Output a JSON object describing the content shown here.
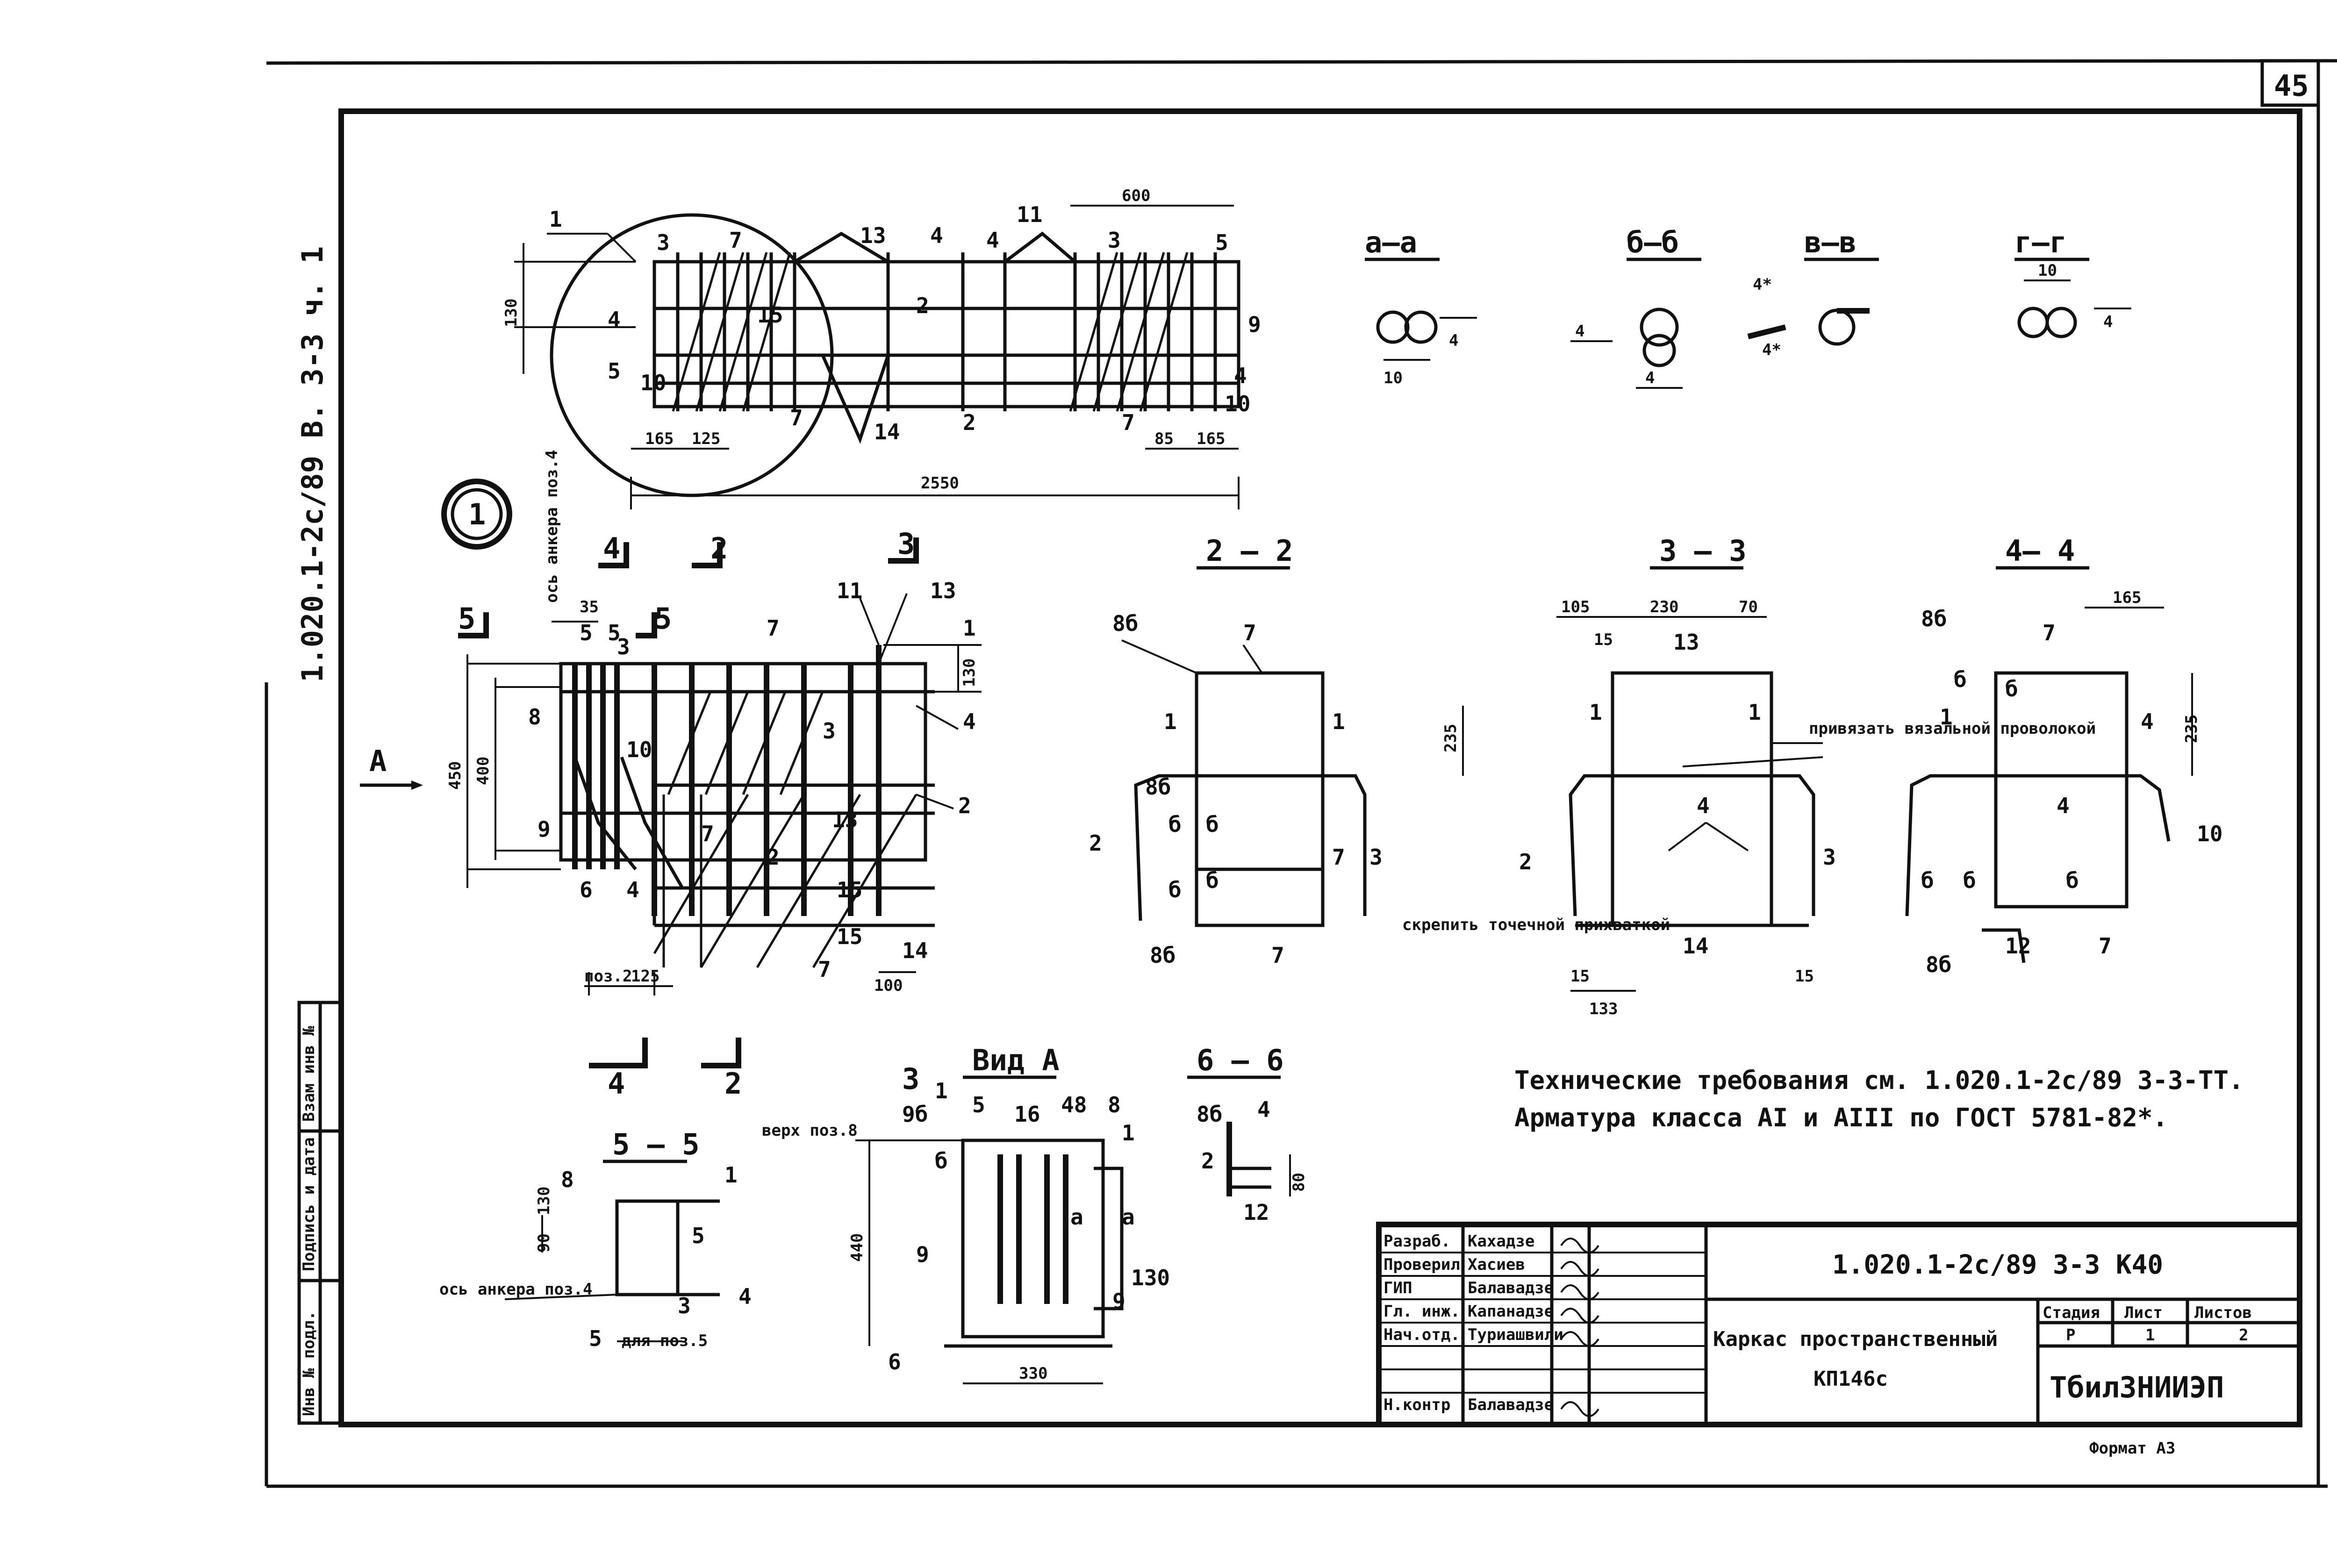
{
  "sheet": {
    "page_number": "45",
    "side_stamp": "1.020.1-2с/89 В. 3-3 ч. 1",
    "detail_marker": "1",
    "format": "Формат А3"
  },
  "side_block": {
    "labels": [
      "Инв № подл.",
      "Подпись и дата",
      "Взам инв №"
    ]
  },
  "views": {
    "top_labels": [
      "1",
      "3",
      "7",
      "13",
      "4",
      "4",
      "11",
      "3",
      "5",
      "9",
      "4",
      "10",
      "4",
      "5",
      "10",
      "15",
      "2",
      "7",
      "14",
      "2",
      "7"
    ],
    "top_dims": [
      "600",
      "130",
      "165",
      "125",
      "2550",
      "85",
      "165"
    ],
    "main_labels": [
      "5",
      "5",
      "3",
      "8",
      "9",
      "6",
      "7",
      "11",
      "13",
      "10",
      "4",
      "3",
      "2",
      "7",
      "13",
      "15",
      "14",
      "15",
      "7",
      "4",
      "1",
      "2"
    ],
    "main_dims": [
      "35",
      "130",
      "450",
      "400",
      "поз.2",
      "125",
      "100"
    ],
    "main_section_marks": [
      "4",
      "2",
      "3",
      "5",
      "5",
      "4",
      "2"
    ],
    "anchor_axis": "ось анкера поз.4",
    "view_arrow": "A"
  },
  "sections": {
    "aa": {
      "title": "а–а",
      "dims": [
        "10",
        "4"
      ]
    },
    "bb": {
      "title": "б–б",
      "dims": [
        "4",
        "4"
      ]
    },
    "vv": {
      "title": "в–в",
      "dims": [
        "4*",
        "4*"
      ]
    },
    "gg": {
      "title": "г–г",
      "dims": [
        "10",
        "4"
      ]
    },
    "s22": {
      "title": "2 – 2",
      "labels": [
        "8б",
        "7",
        "1",
        "1",
        "2",
        "8б",
        "б",
        "б",
        "б",
        "б",
        "7",
        "3",
        "8б",
        "7"
      ]
    },
    "s33": {
      "title": "3 – 3",
      "dims": [
        "105",
        "230",
        "70",
        "15",
        "235",
        "15",
        "133",
        "15"
      ],
      "labels": [
        "13",
        "1",
        "1",
        "4",
        "2",
        "3",
        "14"
      ],
      "note_tie": "привязать вязальной проволокой",
      "note_weld": "скрепить точечной прихваткой"
    },
    "s44": {
      "title": "4– 4",
      "dims": [
        "165",
        "235"
      ],
      "labels": [
        "8б",
        "7",
        "б",
        "б",
        "1",
        "4",
        "4",
        "10",
        "б",
        "б",
        "б",
        "8б",
        "12",
        "7"
      ]
    },
    "s55": {
      "title": "5 – 5",
      "labels": [
        "8",
        "1",
        "5",
        "4",
        "3",
        "5"
      ],
      "dims": [
        "90",
        "130"
      ],
      "note_axis": "ось анкера поз.4",
      "note_for": "для поз.5"
    },
    "vidA": {
      "title": "Вид А",
      "labels": [
        "3",
        "1",
        "5",
        "16",
        "48",
        "8",
        "1",
        "9б",
        "б",
        "а",
        "а",
        "9",
        "130",
        "9",
        "6"
      ],
      "dims": [
        "440",
        "330"
      ],
      "note_top": "верх поз.8"
    },
    "s66": {
      "title": "6 – 6",
      "labels": [
        "8б",
        "4",
        "2",
        "12"
      ],
      "dims": [
        "80"
      ]
    }
  },
  "notes": {
    "line1": "Технические требования см. 1.020.1-2с/89 3-3-ТТ.",
    "line2": "Арматура класса АI и АIII по ГОСТ 5781-82*."
  },
  "title_block": {
    "roles": [
      "Разраб.",
      "Проверил",
      "ГИП",
      "Гл. инж.",
      "Нач.отд.",
      "",
      "Н.контр"
    ],
    "names": [
      "Кахадзе",
      "Хасиев",
      "Балавадзе",
      "Капанадзе",
      "Туриашвили",
      "",
      "Балавадзе"
    ],
    "doc_code": "1.020.1-2с/89  3-3  К40",
    "item_name": "Каркас пространственный",
    "item_mark": "КП146с",
    "col_stage": "Стадия",
    "col_sheet": "Лист",
    "col_sheets": "Листов",
    "val_stage": "Р",
    "val_sheet": "1",
    "val_sheets": "2",
    "org": "ТбилЗНИИЭП"
  }
}
